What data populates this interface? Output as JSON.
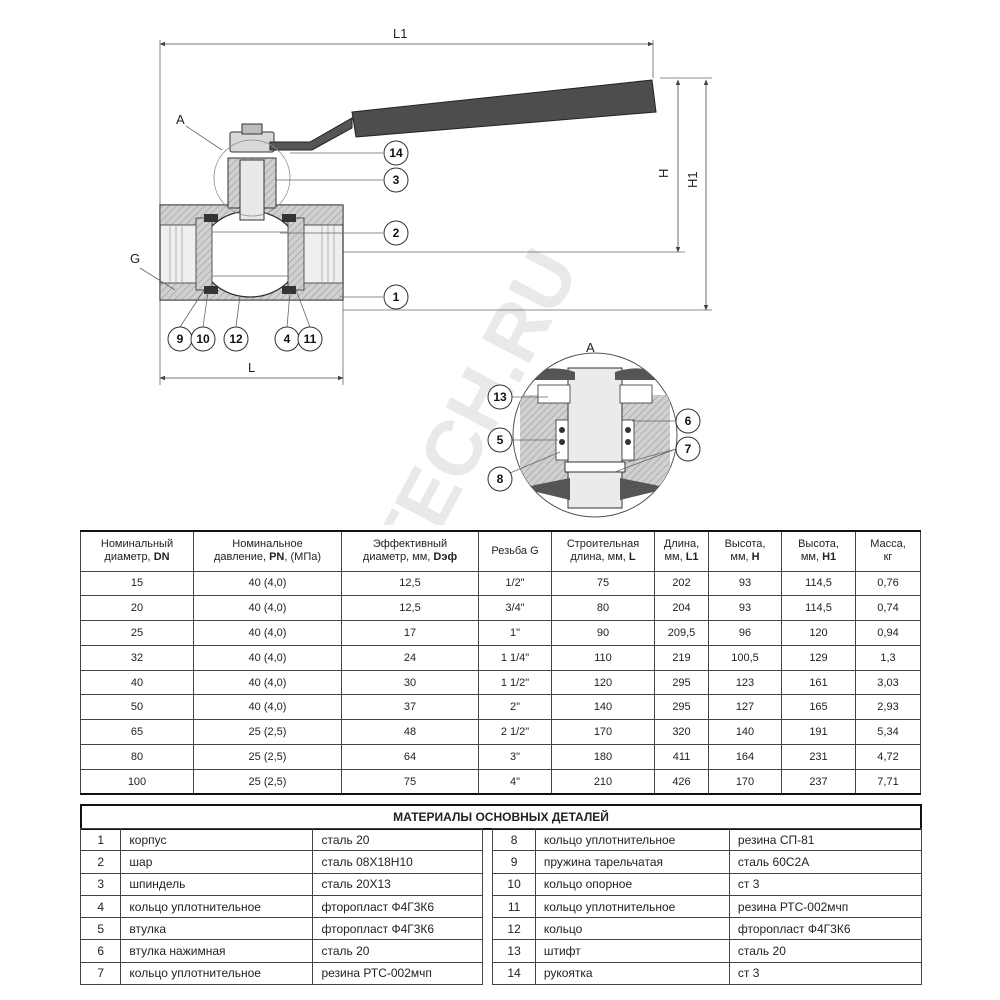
{
  "drawing": {
    "dims": {
      "L1": "L1",
      "L": "L",
      "H": "H",
      "H1": "H1",
      "G": "G"
    },
    "views": {
      "main_callout": "A",
      "detail_title": "A"
    },
    "callouts_main": [
      "14",
      "3",
      "2",
      "1",
      "9",
      "10",
      "12",
      "4",
      "11"
    ],
    "callouts_detail": [
      "13",
      "6",
      "5",
      "7",
      "8"
    ],
    "watermark": "SANTECH.RU"
  },
  "spec_table": {
    "headers": [
      {
        "line1": "Номинальный",
        "line2": "диаметр,",
        "bold": "DN"
      },
      {
        "line1": "Номинальное",
        "line2": "давление,",
        "bold": "PN",
        "tail": ", (МПа)"
      },
      {
        "line1": "Эффективный",
        "line2": "диаметр, мм,",
        "bold": "Dэф"
      },
      {
        "line1": "",
        "line2": "Резьба G",
        "bold": ""
      },
      {
        "line1": "Строительная",
        "line2": "длина, мм,",
        "bold": "L"
      },
      {
        "line1": "Длина,",
        "line2": "мм,",
        "bold": "L1"
      },
      {
        "line1": "Высота,",
        "line2": "мм,",
        "bold": "H"
      },
      {
        "line1": "Высота,",
        "line2": "мм,",
        "bold": "H1"
      },
      {
        "line1": "Масса,",
        "line2": "кг",
        "bold": ""
      }
    ],
    "rows": [
      [
        "15",
        "40 (4,0)",
        "12,5",
        "1/2\"",
        "75",
        "202",
        "93",
        "114,5",
        "0,76"
      ],
      [
        "20",
        "40 (4,0)",
        "12,5",
        "3/4\"",
        "80",
        "204",
        "93",
        "114,5",
        "0,74"
      ],
      [
        "25",
        "40 (4,0)",
        "17",
        "1\"",
        "90",
        "209,5",
        "96",
        "120",
        "0,94"
      ],
      [
        "32",
        "40 (4,0)",
        "24",
        "1 1/4\"",
        "110",
        "219",
        "100,5",
        "129",
        "1,3"
      ],
      [
        "40",
        "40 (4,0)",
        "30",
        "1 1/2\"",
        "120",
        "295",
        "123",
        "161",
        "3,03"
      ],
      [
        "50",
        "40 (4,0)",
        "37",
        "2\"",
        "140",
        "295",
        "127",
        "165",
        "2,93"
      ],
      [
        "65",
        "25 (2,5)",
        "48",
        "2 1/2\"",
        "170",
        "320",
        "140",
        "191",
        "5,34"
      ],
      [
        "80",
        "25 (2,5)",
        "64",
        "3\"",
        "180",
        "411",
        "164",
        "231",
        "4,72"
      ],
      [
        "100",
        "25 (2,5)",
        "75",
        "4\"",
        "210",
        "426",
        "170",
        "237",
        "7,71"
      ]
    ]
  },
  "materials": {
    "title": "МАТЕРИАЛЫ ОСНОВНЫХ ДЕТАЛЕЙ",
    "rows": [
      [
        {
          "n": "1",
          "part": "корпус",
          "mat": "сталь 20"
        },
        {
          "n": "8",
          "part": "кольцо уплотнительное",
          "mat": "резина СП-81"
        }
      ],
      [
        {
          "n": "2",
          "part": "шар",
          "mat": "сталь 08Х18Н10"
        },
        {
          "n": "9",
          "part": "пружина тарельчатая",
          "mat": "сталь 60С2А"
        }
      ],
      [
        {
          "n": "3",
          "part": "шпиндель",
          "mat": "сталь 20Х13"
        },
        {
          "n": "10",
          "part": "кольцо опорное",
          "mat": "ст 3"
        }
      ],
      [
        {
          "n": "4",
          "part": "кольцо уплотнительное",
          "mat": "фторопласт Ф4Г3К6"
        },
        {
          "n": "11",
          "part": "кольцо уплотнительное",
          "mat": "резина РТС-002мчп"
        }
      ],
      [
        {
          "n": "5",
          "part": "втулка",
          "mat": "фторопласт Ф4Г3К6"
        },
        {
          "n": "12",
          "part": "кольцо",
          "mat": "фторопласт Ф4Г3К6"
        }
      ],
      [
        {
          "n": "6",
          "part": "втулка нажимная",
          "mat": "сталь 20"
        },
        {
          "n": "13",
          "part": "штифт",
          "mat": "сталь 20"
        }
      ],
      [
        {
          "n": "7",
          "part": "кольцо уплотнительное",
          "mat": "резина РТС-002мчп"
        },
        {
          "n": "14",
          "part": "рукоятка",
          "mat": "ст 3"
        }
      ]
    ]
  }
}
